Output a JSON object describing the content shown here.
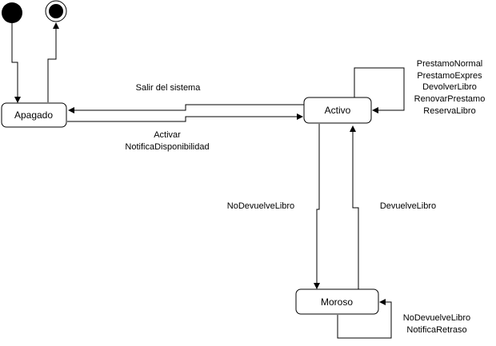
{
  "states": {
    "apagado": "Apagado",
    "activo": "Activo",
    "moroso": "Moroso"
  },
  "transitions": {
    "salir": "Salir del sistema",
    "activar_1": "Activar",
    "activar_2": "NotificaDisponibilidad",
    "activo_self": [
      "PrestamoNormal",
      "PrestamoExpres",
      "DevolverLibro",
      "RenovarPrestamo",
      "ReservaLibro"
    ],
    "no_devuelve": "NoDevuelveLibro",
    "devuelve": "DevuelveLibro",
    "moroso_self": [
      "NoDevuelveLibro",
      "NotificaRetraso"
    ]
  },
  "colors": {
    "stroke": "#000000",
    "fill": "#ffffff",
    "text": "#000000"
  }
}
